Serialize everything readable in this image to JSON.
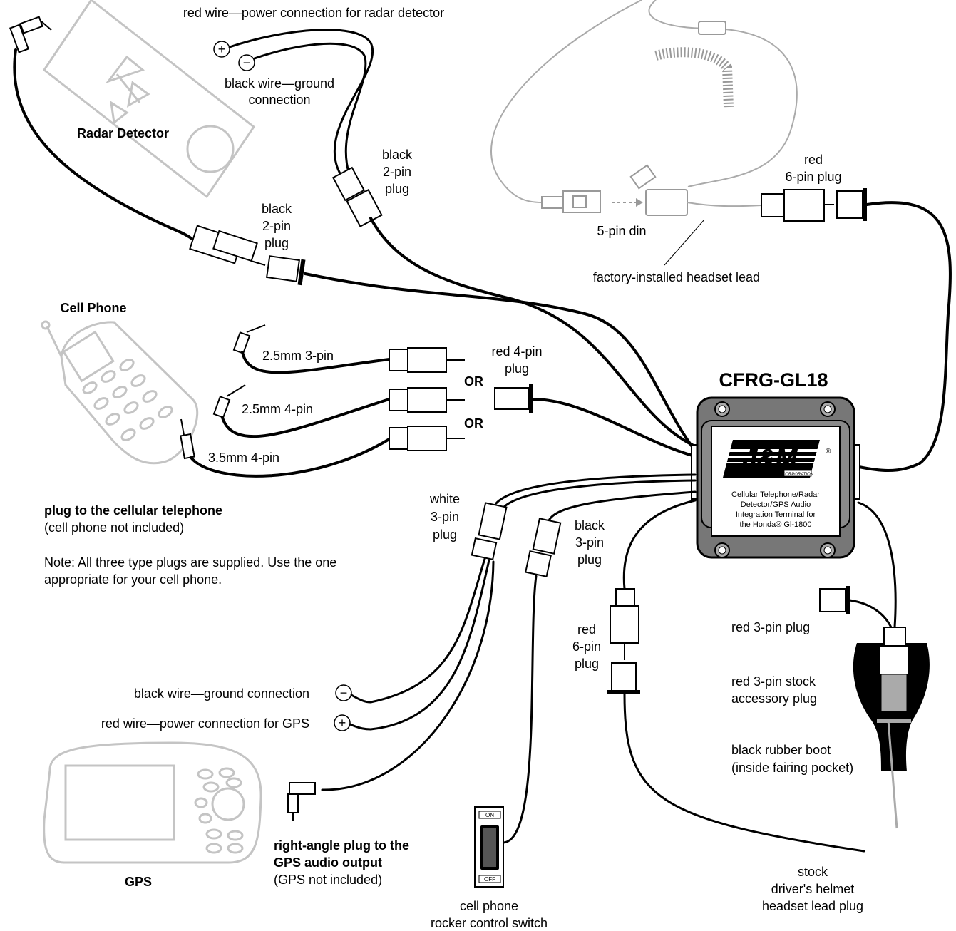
{
  "labels": {
    "radar_power": "red wire—power connection for radar detector",
    "radar_ground_1": "black wire—ground",
    "radar_ground_2": "connection",
    "radar_detector": "Radar Detector",
    "radar_plug_1": "black",
    "radar_plug_2": "2-pin",
    "radar_plug_3": "plug",
    "power_plug_1": "black",
    "power_plug_2": "2-pin",
    "power_plug_3": "plug",
    "red6_top_1": "red",
    "red6_top_2": "6-pin plug",
    "din": "5-pin din",
    "factory_lead": "factory-installed headset lead",
    "cell_phone": "Cell Phone",
    "pin_25_3": "2.5mm 3-pin",
    "pin_25_4": "2.5mm 4-pin",
    "pin_35_4": "3.5mm 4-pin",
    "or_1": "OR",
    "or_2": "OR",
    "red4_1": "red 4-pin",
    "red4_2": "plug",
    "cfrg_title": "CFRG-GL18",
    "white3_1": "white",
    "white3_2": "3-pin",
    "white3_3": "plug",
    "black3_1": "black",
    "black3_2": "3-pin",
    "black3_3": "plug",
    "cell_plug_title": "plug to the cellular telephone",
    "cell_plug_note": "(cell phone not included)",
    "note_1": "Note: All three type plugs are supplied. Use the one",
    "note_2": "appropriate for your cell phone.",
    "red6_bottom_1": "red",
    "red6_bottom_2": "6-pin",
    "red6_bottom_3": "plug",
    "red3": "red 3-pin plug",
    "red3_stock_1": "red 3-pin stock",
    "red3_stock_2": "accessory plug",
    "boot_1": "black rubber boot",
    "boot_2": "(inside fairing pocket)",
    "gps_ground": "black wire—ground connection",
    "gps_power": "red wire—power connection for GPS",
    "gps_plug_1": "right-angle plug to the",
    "gps_plug_2": "GPS audio output",
    "gps_plug_3": "(GPS not included)",
    "gps": "GPS",
    "switch_1": "cell phone",
    "switch_2": "rocker control switch",
    "switch_on": "ON",
    "switch_off": "OFF",
    "helmet_1": "stock",
    "helmet_2": "driver's helmet",
    "helmet_3": "headset lead plug",
    "plus": "+",
    "minus": "−"
  },
  "module_label": {
    "logo": "J&M",
    "logo_sub": "CORPORATION",
    "registered": "®",
    "line_1": "Cellular Telephone/Radar",
    "line_2": "Detector/GPS Audio",
    "line_3": "Integration Terminal for",
    "line_4": "the Honda® Gl-1800"
  }
}
